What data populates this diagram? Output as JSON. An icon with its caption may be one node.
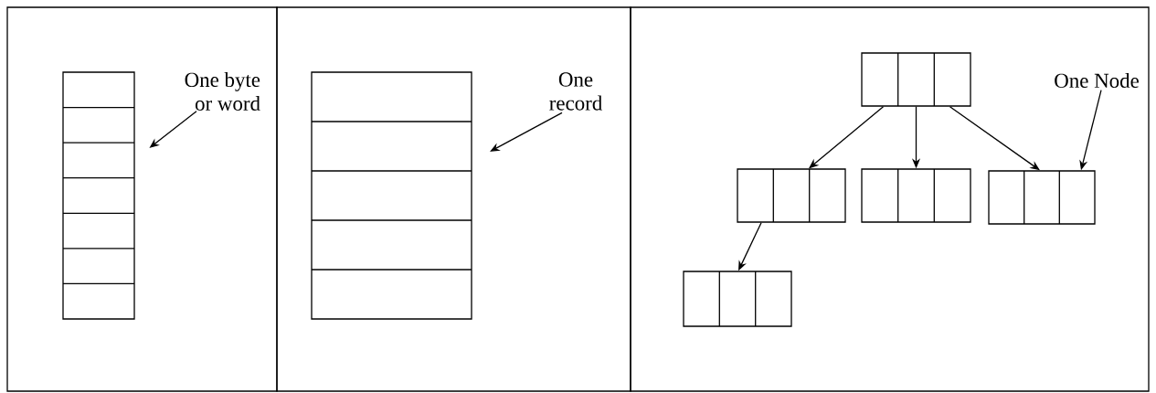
{
  "diagram": {
    "nodes": [
      {
        "text": [],
        "shape": "box"
      },
      {
        "text": [
          "One byte or word"
        ],
        "in": 0
      },
      {
        "text": [],
        "shape": "box",
        "in": 0
      },
      {
        "text": [],
        "shape": "box"
      },
      {
        "text": [
          "One record"
        ],
        "in": 3
      },
      {
        "text": [],
        "shape": "box",
        "in": 3
      },
      {
        "text": [],
        "shape": "box"
      },
      {
        "text": [],
        "shape": "box",
        "in": 6
      },
      {
        "text": [],
        "shape": "box",
        "in": 6
      },
      {
        "text": [],
        "shape": "box",
        "in": 6
      },
      {
        "text": [],
        "shape": "box",
        "in": 6
      },
      {
        "text": [],
        "shape": "box",
        "in": 6
      },
      {
        "text": [
          "One Node"
        ],
        "in": 6
      }
    ],
    "edges": [
      {
        "from": 1,
        "to": 2,
        "arrow": "to"
      },
      {
        "from": 4,
        "to": 5,
        "arrow": "to"
      },
      {
        "from": 7,
        "to": 8,
        "arrow": "to"
      },
      {
        "from": 7,
        "to": 9,
        "arrow": "to"
      },
      {
        "from": 7,
        "to": 10,
        "arrow": "to"
      },
      {
        "from": 8,
        "to": 11,
        "arrow": "to"
      },
      {
        "from": 12,
        "to": 10,
        "arrow": "to"
      }
    ]
  }
}
